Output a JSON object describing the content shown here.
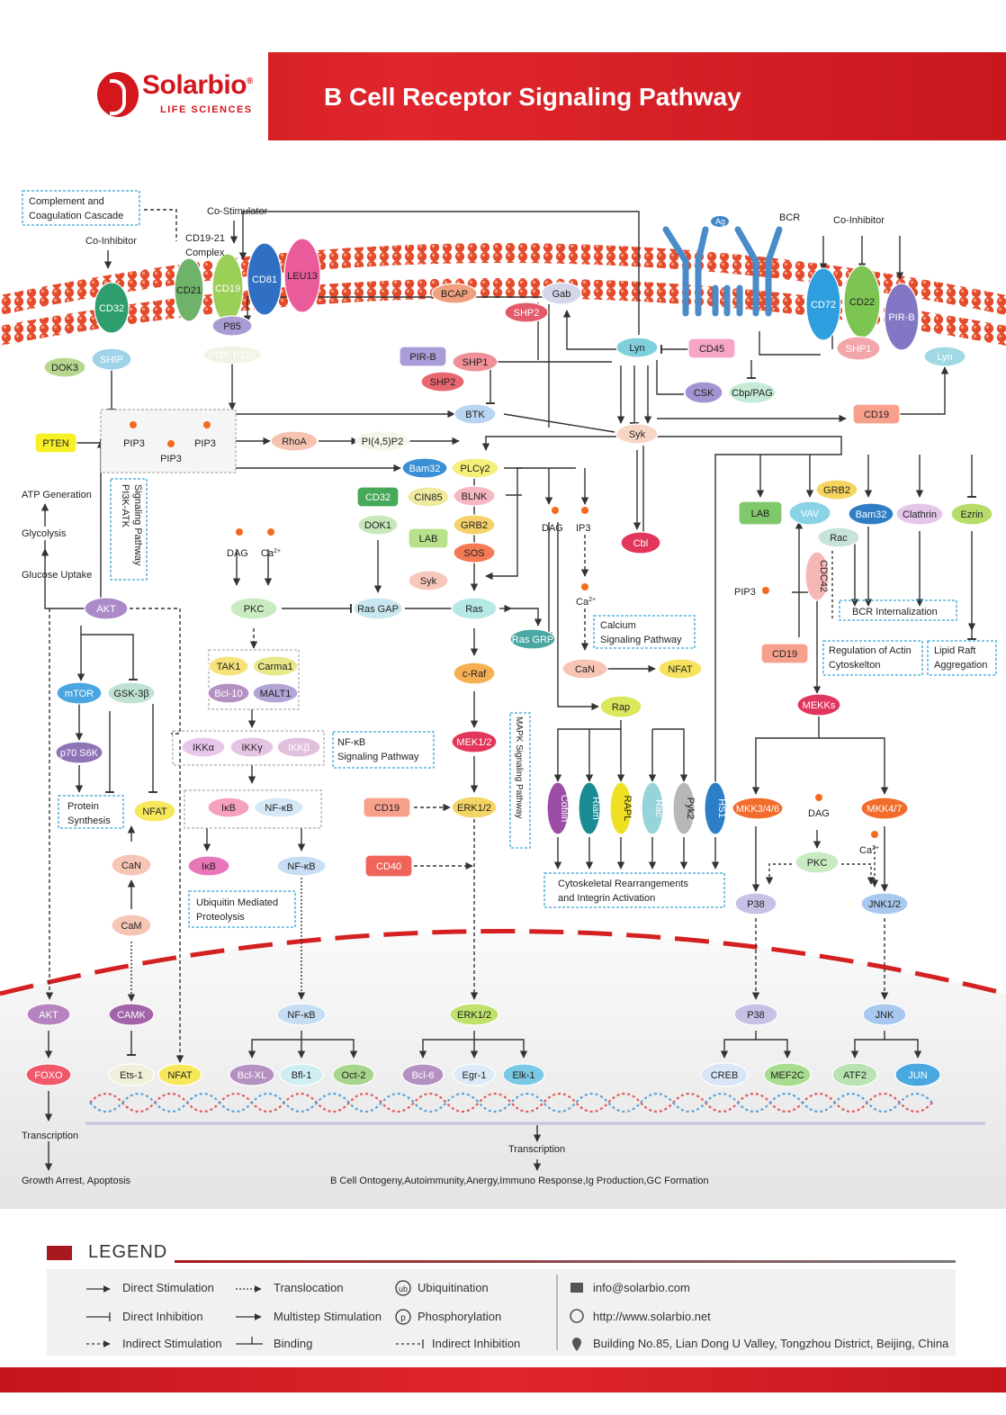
{
  "brand": {
    "name": "Solarbio",
    "registered": "®",
    "sub": "LIFE SCIENCES"
  },
  "title": "B Cell Receptor Signaling Pathway",
  "nodes": {
    "CD32a": "CD32",
    "SHIP": "SHIP",
    "DOK3": "DOK3",
    "CD21": "CD21",
    "CD19a": "CD19",
    "CD81": "CD81",
    "LEU13": "LEU13",
    "P85": "P85",
    "PI3KP110": "PI3K P110",
    "BCAP": "BCAP",
    "Gab": "Gab",
    "SHP2a": "SHP2",
    "Lyn1": "Lyn",
    "CD45": "CD45",
    "CSK": "CSK",
    "CbpPAG": "Cbp/PAG",
    "CD72": "CD72",
    "CD22": "CD22",
    "PIRB1": "PIR-B",
    "SHP1a": "SHP1",
    "Lyn2": "Lyn",
    "PIRB2": "PIR-B",
    "SHP1b": "SHP1",
    "SHP2b": "SHP2",
    "BTK": "BTK",
    "Syk1": "Syk",
    "CD19b": "CD19",
    "PTEN": "PTEN",
    "PIP3a": "PIP3",
    "PIP3b": "PIP3",
    "PIP3c": "PIP3",
    "RhoA": "RhoA",
    "PI45P2": "PI(4,5)P2",
    "Bam32a": "Bam32",
    "PLCy2": "PLCγ2",
    "CD32b": "CD32",
    "CIN85": "CIN85",
    "BLNK": "BLNK",
    "DOK1": "DOK1",
    "GRB2a": "GRB2",
    "LABa": "LAB",
    "SOS": "SOS",
    "Syk2": "Syk",
    "Cbl": "Cbl",
    "PKCa": "PKC",
    "RasGAP": "Ras GAP",
    "Ras": "Ras",
    "RasGRP": "Ras GRP",
    "cRaf": "c-Raf",
    "MEK12": "MEK1/2",
    "ERK12a": "ERK1/2",
    "CD19c": "CD19",
    "CD40": "CD40",
    "CaN1": "CaN",
    "NFATa": "NFAT",
    "Rap": "Rap",
    "Cofilin": "Cofilin",
    "Riam": "Riam",
    "RAPL": "RAPL",
    "Rac1": "Rac",
    "Pyk2": "Pyk2",
    "HS1": "HS1",
    "LABb": "LAB",
    "VAV": "VAV",
    "GRB2b": "GRB2",
    "Bam32b": "Bam32",
    "Clathrin": "Clathrin",
    "Ezrin": "Ezrin",
    "Rac2": "Rac",
    "CDC42": "CDC42",
    "CD19d": "CD19",
    "MEKKs": "MEKKs",
    "MKK346": "MKK3/4/6",
    "MKK47": "MKK4/7",
    "PKCb": "PKC",
    "P38a": "P38",
    "JNK12": "JNK1/2",
    "AKT1": "AKT",
    "mTOR": "mTOR",
    "GSK3b": "GSK-3β",
    "p70S6K": "p70 S6K",
    "NFATb": "NFAT",
    "CaN2": "CaN",
    "CaM": "CaM",
    "TAK1": "TAK1",
    "Carma1": "Carma1",
    "Bcl10": "Bcl-10",
    "MALT1": "MALT1",
    "IKKa": "IKKα",
    "IKKy": "IKKγ",
    "IKKb": "IKKβ",
    "IkBa": "IκB",
    "NFkBa": "NF-κB",
    "IkBb": "IκB",
    "NFkBb": "NF-κB",
    "AKT2": "AKT",
    "FOXO": "FOXO",
    "CAMK": "CAMK",
    "Ets1": "Ets-1",
    "NFATc": "NFAT",
    "NFkBc": "NF-κB",
    "BclXL": "Bcl-XL",
    "Bfl1": "Bfl-1",
    "Oct2": "Oct-2",
    "ERK12b": "ERK1/2",
    "Bcl6": "Bcl-6",
    "Egr1": "Egr-1",
    "Elk1": "Elk-1",
    "P38b": "P38",
    "CREB": "CREB",
    "MEF2C": "MEF2C",
    "JNK": "JNK",
    "ATF2": "ATF2",
    "JUN": "JUN"
  },
  "labels": {
    "complement1": "Complement and",
    "complement2": "Coagulation Cascade",
    "coinhib1": "Co-Inhibitor",
    "costim": "Co-Stimulator",
    "cd1921a": "CD19-21",
    "cd1921b": "Complex",
    "ag": "Ag",
    "bcr": "BCR",
    "coinhib2": "Co-Inhibitor",
    "atp": "ATP Generation",
    "glycolysis": "Glycolysis",
    "glucose": "Glucose Uptake",
    "pi3k1": "PI3K-ATK",
    "pi3k2": "Signaling Pathway",
    "dag1": "DAG",
    "ca1": "Ca",
    "dag2": "DAG",
    "ip3": "IP3",
    "ca2": "Ca",
    "ca3": "Ca",
    "ca4": "Ca",
    "sup": "2+",
    "calc1": "Calcium",
    "calc2": "Signaling Pathway",
    "nfkb1": "NF-κB",
    "nfkb2": "Signaling Pathway",
    "mapk": "MAPK Signaling Pathway",
    "prot1": "Protein",
    "prot2": "Synthesis",
    "ubi1": "Ubiquitin Mediated",
    "ubi2": "Proteolysis",
    "cyto1": "Cytoskeletal Rearrangements",
    "cyto2": "and Integrin Activation",
    "bcrint": "BCR Internalization",
    "actin1": "Regulation of Actin",
    "actin2": "Cytoskelton",
    "lipid1": "Lipid Raft",
    "lipid2": "Aggregation",
    "pip3": "PIP3",
    "dag3": "DAG",
    "transcription1": "Transcription",
    "growth": "Growth Arrest, Apoptosis",
    "transcription2": "Transcription",
    "ontogeny": "B Cell Ontogeny,Autoimmunity,Anergy,Immuno Response,Ig Production,GC Formation"
  },
  "legend": {
    "title": "LEGEND",
    "items": {
      "direct_stim": "Direct Stimulation",
      "direct_inhib": "Direct Inhibition",
      "indirect_stim": "Indirect Stimulation",
      "translocation": "Translocation",
      "multistep": "Multistep Stimulation",
      "binding": "Binding",
      "ubiquitination": "Ubiquitination",
      "phosphorylation": "Phosphorylation",
      "indirect_inhib": "Indirect Inhibition"
    },
    "ub": "ub",
    "p": "p",
    "email": "info@solarbio.com",
    "web": "http://www.solarbio.net",
    "address": "Building No.85, Lian Dong U Valley, Tongzhou District, Beijing, China"
  },
  "colors": {
    "brand": "#d4161d",
    "membrane": "#e3462f",
    "nucleus_border": "#d42020"
  }
}
